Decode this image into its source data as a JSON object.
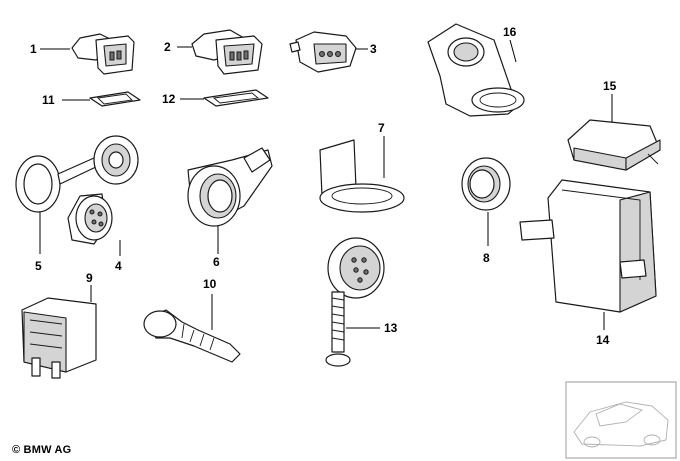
{
  "diagram": {
    "callouts": {
      "c1": "1",
      "c2": "2",
      "c3": "3",
      "c4": "4",
      "c5": "5",
      "c6": "6",
      "c7": "7",
      "c8": "8",
      "c9": "9",
      "c10": "10",
      "c11": "11",
      "c12": "12",
      "c13": "13",
      "c14": "14",
      "c15": "15",
      "c16": "16"
    },
    "copyright": "© BMW AG"
  }
}
